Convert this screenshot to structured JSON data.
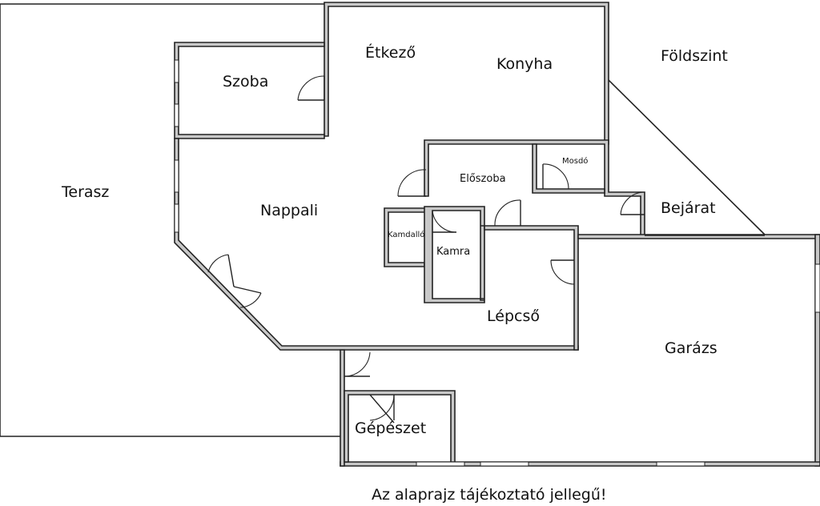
{
  "title": "Földszint",
  "note": "Az alaprajz tájékoztató jellegű!",
  "rooms": {
    "terasz": "Terasz",
    "szoba": "Szoba",
    "etkezo": "Étkező",
    "konyha": "Konyha",
    "nappali": "Nappali",
    "eloszoba": "Előszoba",
    "mosdo": "Mosdó",
    "bejarat": "Bejárat",
    "kamdallo": "Kamdalló",
    "kamra": "Kamra",
    "lepcso": "Lépcső",
    "garazs": "Garázs",
    "gepeszet": "Gépészet"
  }
}
